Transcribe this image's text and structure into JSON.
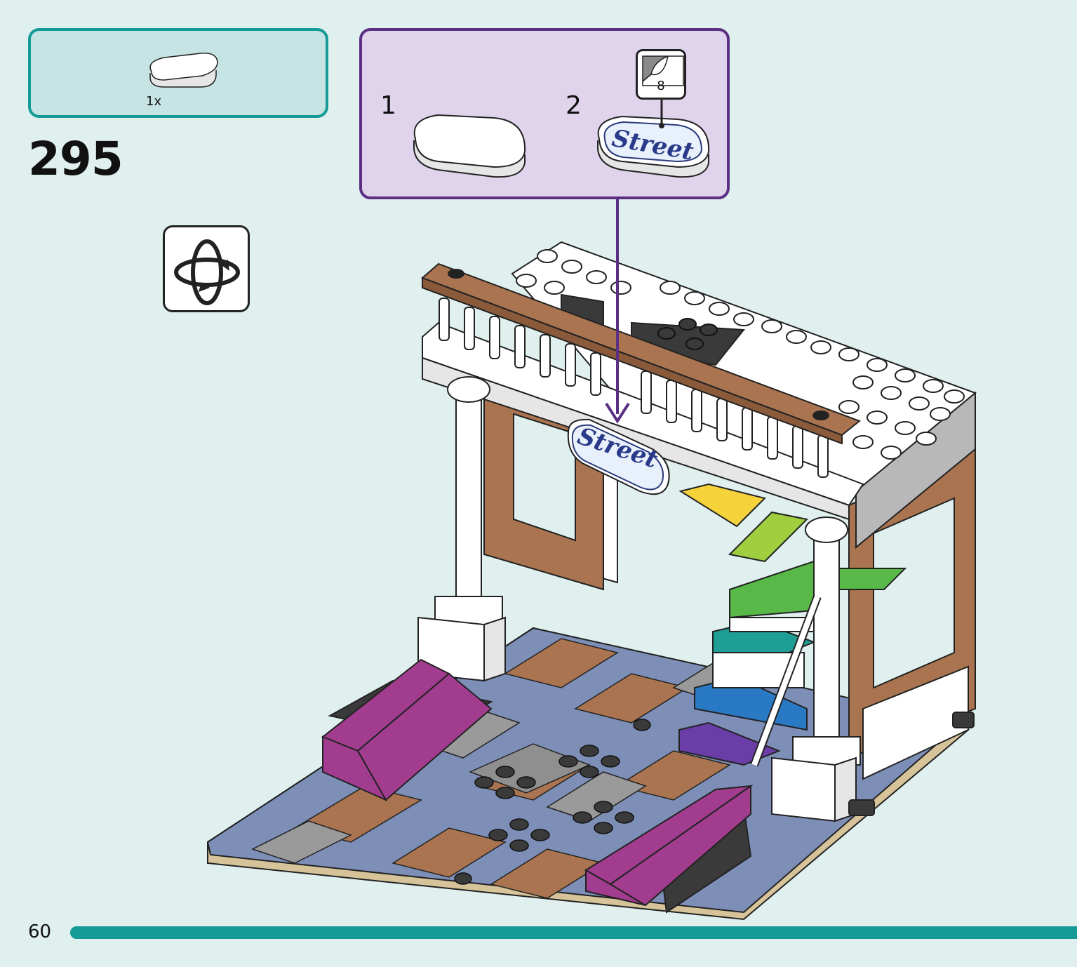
{
  "parts_list": {
    "items": [
      {
        "part": "white-tile-1x2-rounded-icon",
        "quantity": "1x"
      }
    ]
  },
  "step": {
    "number": "295"
  },
  "sub_assembly": {
    "steps": [
      {
        "label": "1",
        "part": "white-tile-1x2-rounded-icon"
      },
      {
        "label": "2",
        "part": "street-sign-tile-icon"
      }
    ],
    "sticker": {
      "number": "8"
    },
    "sign_text": "Street"
  },
  "model": {
    "sign_text": "Street"
  },
  "footer": {
    "page_number": "60",
    "accent_color": "#159b97"
  },
  "colors": {
    "background": "#dff0ee",
    "parts_box_fill": "#c6e4e3",
    "sub_box_fill": "#e0d3ec",
    "sub_box_border": "#5b2f83",
    "brick_brown": "#a9744f",
    "brick_magenta": "#a23c8f",
    "floor_blue": "#7d8eb7"
  }
}
